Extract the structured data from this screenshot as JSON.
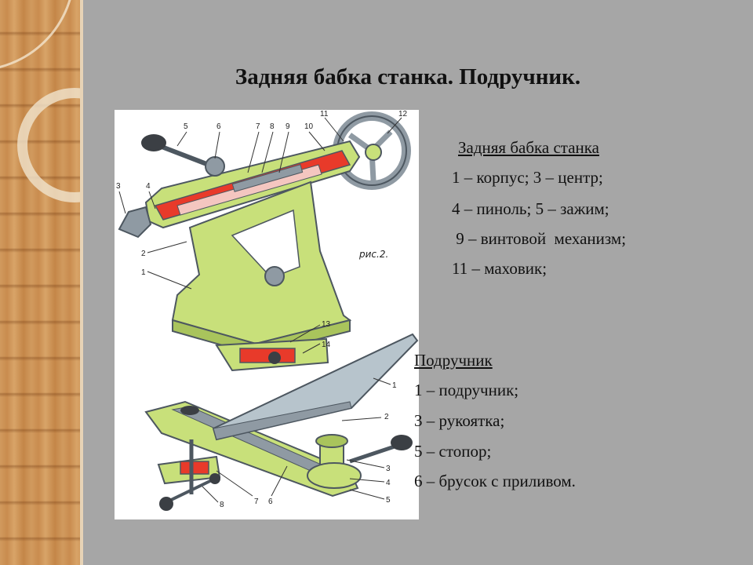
{
  "title": "Задняя бабка станка. Подручник.",
  "tailstock": {
    "heading": "Задняя бабка станка",
    "lines": [
      "1 – корпус;  3 – центр;",
      "4 – пиноль;  5 – зажим;",
      " 9 – винтовой  механизм;",
      "11 – маховик;"
    ]
  },
  "rest": {
    "heading": "Подручник",
    "lines": [
      "1 – подручник;",
      "3 – рукоятка;",
      "5 – стопор;",
      "6 – брусок с приливом."
    ]
  },
  "figure": {
    "caption": "рис.2.",
    "labels_top": [
      "5",
      "6",
      "7",
      "8",
      "9",
      "10",
      "11",
      "12",
      "3",
      "4",
      "2",
      "1",
      "13",
      "14"
    ],
    "labels_bottom": [
      "1",
      "2",
      "3",
      "4",
      "5",
      "6",
      "7",
      "8"
    ]
  },
  "colors": {
    "background": "#a6a6a6",
    "machine_green": "#c8e07a",
    "section_red": "#e83a2a",
    "metal_gray": "#8f9aa3"
  }
}
